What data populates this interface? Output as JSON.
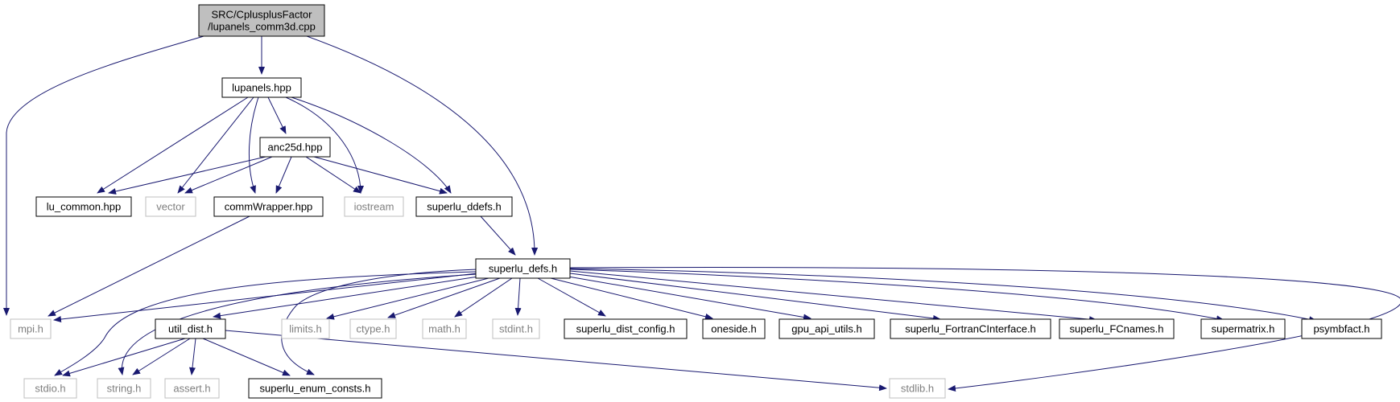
{
  "graph": {
    "kind": "include-dependency-graph",
    "nodes": [
      {
        "id": "root",
        "lines": [
          "SRC/CplusplusFactor",
          "/lupanels_comm3d.cpp"
        ],
        "style": "current"
      },
      {
        "id": "lupanels",
        "lines": [
          "lupanels.hpp"
        ],
        "style": "documented"
      },
      {
        "id": "anc25d",
        "lines": [
          "anc25d.hpp"
        ],
        "style": "documented"
      },
      {
        "id": "lu_common",
        "lines": [
          "lu_common.hpp"
        ],
        "style": "documented"
      },
      {
        "id": "vector",
        "lines": [
          "vector"
        ],
        "style": "external"
      },
      {
        "id": "commWrapper",
        "lines": [
          "commWrapper.hpp"
        ],
        "style": "documented"
      },
      {
        "id": "iostream",
        "lines": [
          "iostream"
        ],
        "style": "external"
      },
      {
        "id": "superlu_ddefs",
        "lines": [
          "superlu_ddefs.h"
        ],
        "style": "documented"
      },
      {
        "id": "superlu_defs",
        "lines": [
          "superlu_defs.h"
        ],
        "style": "documented"
      },
      {
        "id": "mpi",
        "lines": [
          "mpi.h"
        ],
        "style": "external"
      },
      {
        "id": "util_dist",
        "lines": [
          "util_dist.h"
        ],
        "style": "documented"
      },
      {
        "id": "limits",
        "lines": [
          "limits.h"
        ],
        "style": "external"
      },
      {
        "id": "ctype",
        "lines": [
          "ctype.h"
        ],
        "style": "external"
      },
      {
        "id": "math",
        "lines": [
          "math.h"
        ],
        "style": "external"
      },
      {
        "id": "stdint",
        "lines": [
          "stdint.h"
        ],
        "style": "external"
      },
      {
        "id": "superlu_dist_config",
        "lines": [
          "superlu_dist_config.h"
        ],
        "style": "documented"
      },
      {
        "id": "oneside",
        "lines": [
          "oneside.h"
        ],
        "style": "documented"
      },
      {
        "id": "gpu_api_utils",
        "lines": [
          "gpu_api_utils.h"
        ],
        "style": "documented"
      },
      {
        "id": "superlu_FortranCInterface",
        "lines": [
          "superlu_FortranCInterface.h"
        ],
        "style": "documented"
      },
      {
        "id": "superlu_FCnames",
        "lines": [
          "superlu_FCnames.h"
        ],
        "style": "documented"
      },
      {
        "id": "supermatrix",
        "lines": [
          "supermatrix.h"
        ],
        "style": "documented"
      },
      {
        "id": "psymbfact",
        "lines": [
          "psymbfact.h"
        ],
        "style": "documented"
      },
      {
        "id": "stdio",
        "lines": [
          "stdio.h"
        ],
        "style": "external"
      },
      {
        "id": "string",
        "lines": [
          "string.h"
        ],
        "style": "external"
      },
      {
        "id": "assert",
        "lines": [
          "assert.h"
        ],
        "style": "external"
      },
      {
        "id": "superlu_enum_consts",
        "lines": [
          "superlu_enum_consts.h"
        ],
        "style": "documented"
      },
      {
        "id": "stdlib",
        "lines": [
          "stdlib.h"
        ],
        "style": "external"
      }
    ],
    "edges": [
      {
        "from": "root",
        "to": "mpi"
      },
      {
        "from": "root",
        "to": "lupanels"
      },
      {
        "from": "root",
        "to": "superlu_defs"
      },
      {
        "from": "lupanels",
        "to": "lu_common"
      },
      {
        "from": "lupanels",
        "to": "vector"
      },
      {
        "from": "lupanels",
        "to": "commWrapper"
      },
      {
        "from": "lupanels",
        "to": "anc25d"
      },
      {
        "from": "lupanels",
        "to": "iostream"
      },
      {
        "from": "lupanels",
        "to": "superlu_ddefs"
      },
      {
        "from": "anc25d",
        "to": "lu_common"
      },
      {
        "from": "anc25d",
        "to": "vector"
      },
      {
        "from": "anc25d",
        "to": "commWrapper"
      },
      {
        "from": "anc25d",
        "to": "iostream"
      },
      {
        "from": "anc25d",
        "to": "superlu_ddefs"
      },
      {
        "from": "commWrapper",
        "to": "mpi"
      },
      {
        "from": "superlu_ddefs",
        "to": "superlu_defs"
      },
      {
        "from": "superlu_defs",
        "to": "mpi"
      },
      {
        "from": "superlu_defs",
        "to": "util_dist"
      },
      {
        "from": "superlu_defs",
        "to": "limits"
      },
      {
        "from": "superlu_defs",
        "to": "ctype"
      },
      {
        "from": "superlu_defs",
        "to": "math"
      },
      {
        "from": "superlu_defs",
        "to": "stdint"
      },
      {
        "from": "superlu_defs",
        "to": "superlu_dist_config"
      },
      {
        "from": "superlu_defs",
        "to": "oneside"
      },
      {
        "from": "superlu_defs",
        "to": "gpu_api_utils"
      },
      {
        "from": "superlu_defs",
        "to": "superlu_FortranCInterface"
      },
      {
        "from": "superlu_defs",
        "to": "superlu_FCnames"
      },
      {
        "from": "superlu_defs",
        "to": "supermatrix"
      },
      {
        "from": "superlu_defs",
        "to": "psymbfact"
      },
      {
        "from": "superlu_defs",
        "to": "stdio"
      },
      {
        "from": "superlu_defs",
        "to": "string"
      },
      {
        "from": "superlu_defs",
        "to": "superlu_enum_consts"
      },
      {
        "from": "superlu_defs",
        "to": "stdlib"
      },
      {
        "from": "util_dist",
        "to": "stdio"
      },
      {
        "from": "util_dist",
        "to": "string"
      },
      {
        "from": "util_dist",
        "to": "assert"
      },
      {
        "from": "util_dist",
        "to": "superlu_enum_consts"
      },
      {
        "from": "util_dist",
        "to": "stdlib"
      }
    ]
  },
  "colors": {
    "edge": "#191970",
    "current_fill": "#bfbfbf",
    "current_stroke": "#000000",
    "documented_fill": "#ffffff",
    "documented_stroke": "#000000",
    "external_fill": "#ffffff",
    "external_stroke": "#bfbfbf",
    "external_text": "#7f7f7f",
    "text": "#000000"
  }
}
